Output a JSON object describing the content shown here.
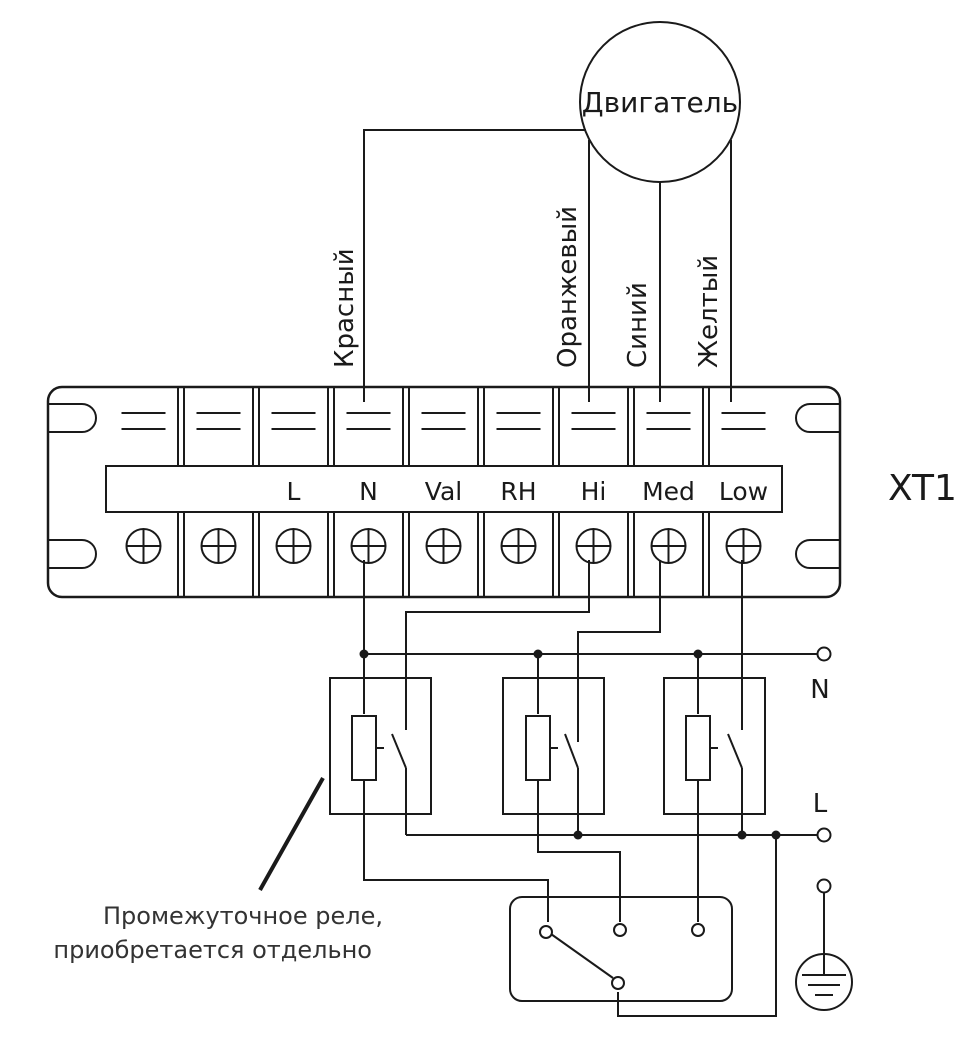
{
  "motor": {
    "label": "Двигатель"
  },
  "wires": {
    "red": "Красный",
    "orange": "Оранжевый",
    "blue": "Синий",
    "yellow": "Желтый"
  },
  "terminal_block": {
    "name": "XT1",
    "terminals": [
      "",
      "",
      "L",
      "N",
      "Val",
      "RH",
      "Hi",
      "Med",
      "Low"
    ]
  },
  "supply": {
    "neutral": "N",
    "line": "L"
  },
  "relay_note": {
    "line1": "Промежуточное реле,",
    "line2": "приобретается отдельно"
  }
}
